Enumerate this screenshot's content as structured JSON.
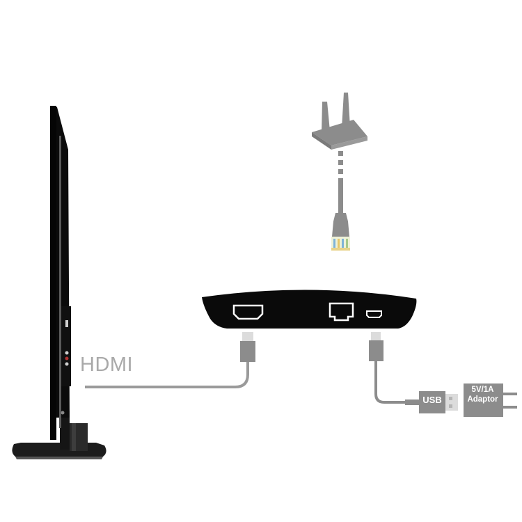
{
  "diagram": {
    "title": "TV box connection diagram",
    "labels": {
      "hdmi_cable": "HDMI",
      "usb_plug": "USB",
      "adaptor_line1": "5V/1A",
      "adaptor_line2": "Adaptor"
    },
    "components": [
      {
        "id": "tv",
        "name": "Television (side view)"
      },
      {
        "id": "router",
        "name": "Wireless router"
      },
      {
        "id": "ethernet-cable",
        "name": "Ethernet cable with RJ45 plug"
      },
      {
        "id": "tv-box",
        "name": "TV box",
        "ports": [
          "HDMI",
          "RJ45 LAN",
          "Micro USB"
        ]
      },
      {
        "id": "hdmi-cable",
        "name": "HDMI cable to TV"
      },
      {
        "id": "usb-cable",
        "name": "Micro USB power cable"
      },
      {
        "id": "power-adaptor",
        "name": "5V/1A power adaptor"
      }
    ],
    "colors": {
      "device_black": "#0a0a0a",
      "cable_gray": "#8c8c8c",
      "light_gray": "#d4d4d4",
      "label_gray": "#a9a9a9",
      "background": "#ffffff"
    }
  }
}
